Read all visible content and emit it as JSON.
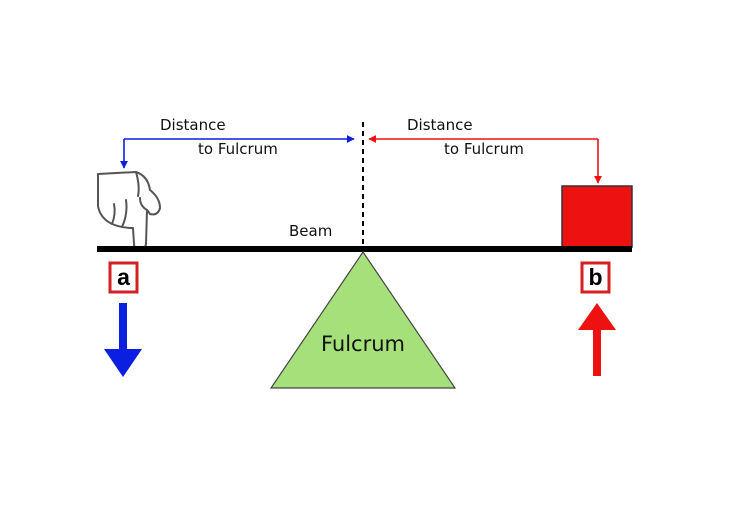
{
  "diagram": {
    "labels": {
      "distance_left_line1": "Distance",
      "distance_left_line2": "to Fulcrum",
      "distance_right_line1": "Distance",
      "distance_right_line2": "to Fulcrum",
      "beam": "Beam",
      "fulcrum": "Fulcrum"
    },
    "markers": {
      "left": "a",
      "right": "b"
    },
    "icons": {
      "effort": "pointing-hand-icon",
      "load": "red-box-weight"
    },
    "colors": {
      "beam": "#000000",
      "fulcrum_fill": "#a6e07a",
      "fulcrum_stroke": "#444444",
      "left_arrow": "#0a1fe0",
      "right_arrow": "#ee1111",
      "load_fill": "#ee1111",
      "marker_border": "#d42020",
      "pivot_line": "#000000"
    },
    "forces": {
      "left_direction": "down",
      "right_direction": "up"
    }
  }
}
